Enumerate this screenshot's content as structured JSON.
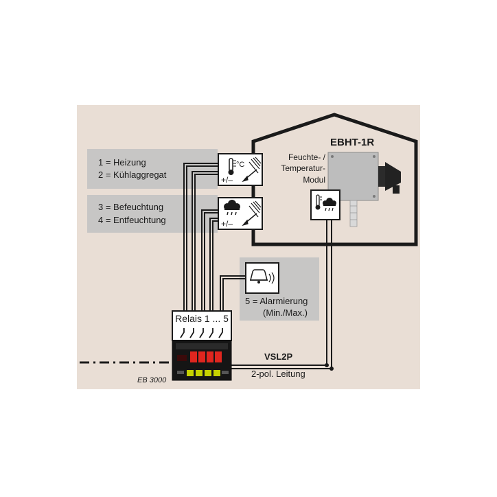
{
  "groups": {
    "heating_cooling": {
      "line1": "1 = Heizung",
      "line2": "2 = Kühlaggregat"
    },
    "humidity": {
      "line1": "3 = Befeuchtung",
      "line2": "4 = Entfeuchtung"
    },
    "alarm": {
      "line1": "5 = Alarmierung",
      "line2": "(Min./Max.)"
    }
  },
  "sensor": {
    "model": "EBHT-1R",
    "label_line1": "Feuchte- /",
    "label_line2": "Temperatur-",
    "label_line3": "Modul"
  },
  "controller": {
    "relays_label": "Relais 1 ... 5",
    "model": "EB 3000"
  },
  "cable": {
    "name": "VSL2P",
    "desc": "2-pol. Leitung"
  },
  "symbols": {
    "celsius": "°C",
    "plusminus": "+/–"
  },
  "colors": {
    "background": "#e9ded5",
    "label_box": "#c7c6c5",
    "display_digits": "#e0261f",
    "button_green": "#c6d200"
  }
}
